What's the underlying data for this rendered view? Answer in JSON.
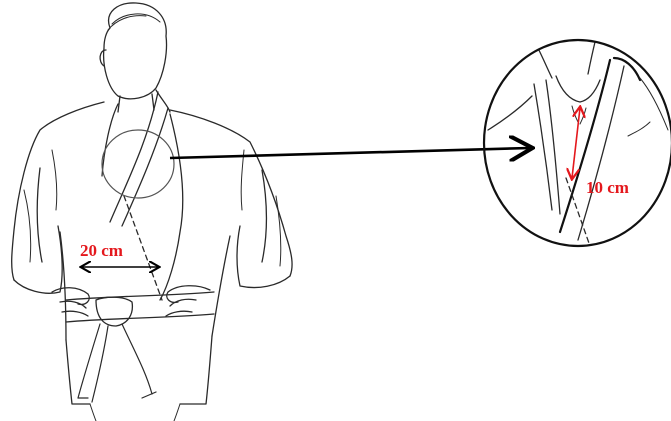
{
  "labels": {
    "belt_width": "20 cm",
    "collar_gap": "10 cm"
  },
  "colors": {
    "measurement": "#e4181d",
    "line_art": "#2a2a2a",
    "arrow": "#000000"
  },
  "icons": {
    "figure": "judogi-wearer-illustration",
    "detail": "collar-zoom-detail",
    "pointer": "right-arrow-icon"
  }
}
